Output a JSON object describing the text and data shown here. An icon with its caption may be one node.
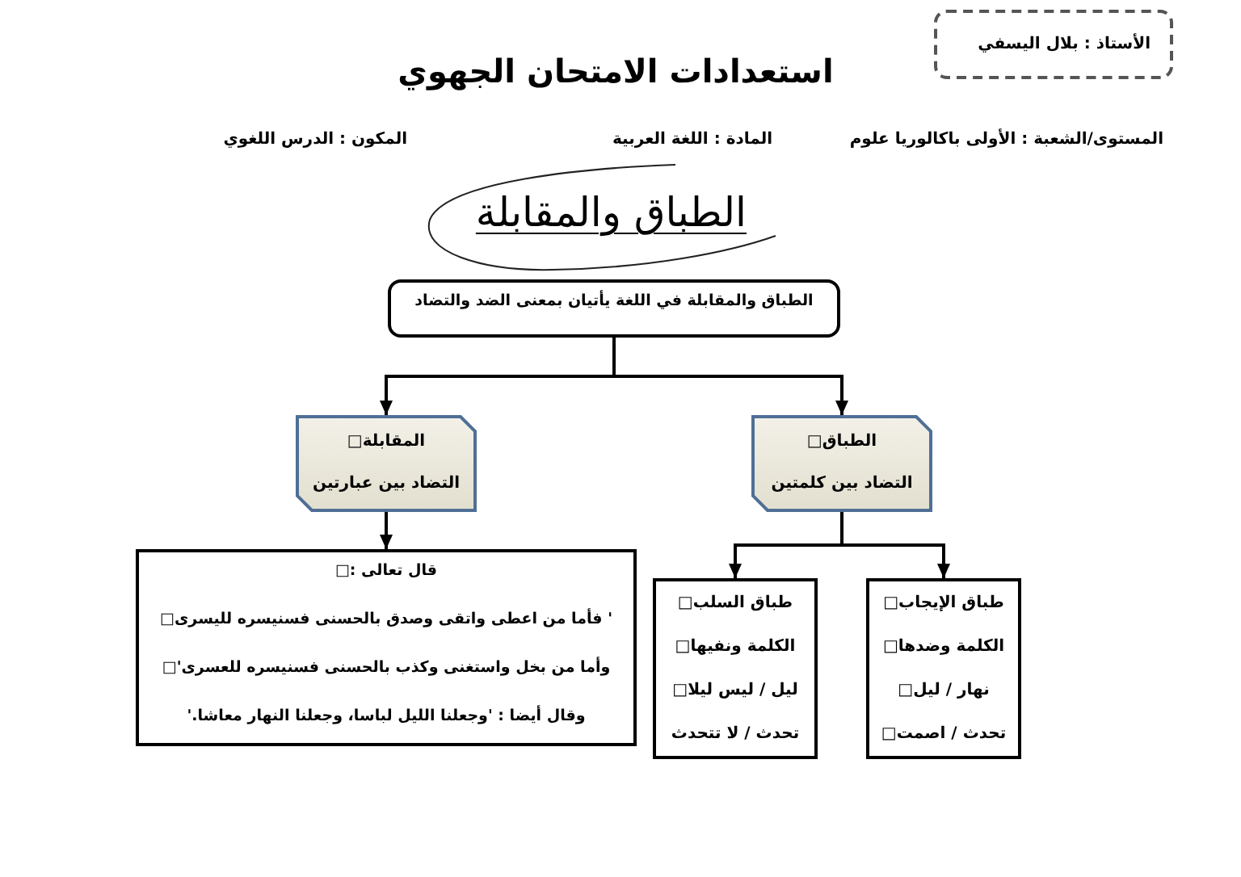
{
  "diagram": {
    "title": "استعدادات الامتحان الجهوي",
    "nodes": [
      {
        "text": [
          "الأستاذ : بلال اليسفي"
        ]
      },
      {
        "text": [
          "الطباق والمقابلة"
        ]
      },
      {
        "text": [
          "الطباق والمقابلة في اللغة يأتيان بمعنى الضد والتضاد"
        ]
      },
      {
        "text": [
          "الطباق□",
          "التضاد بين كلمتين"
        ]
      },
      {
        "text": [
          "المقابلة□",
          "التضاد بين عبارتين"
        ]
      },
      {
        "text": [
          "طباق الإيجاب□",
          "الكلمة وضدها□",
          "نهار / ليل□",
          "تحدث / اصمت□"
        ]
      },
      {
        "text": [
          "طباق السلب□",
          "الكلمة ونفيها□",
          "ليل / ليس ليلا□",
          "تحدث / لا تتحدث"
        ]
      },
      {
        "text": [
          "قال تعالى :□",
          "' فأما من اعطى واتقى وصدق بالحسنى فسنيسره لليسرى□",
          "وأما من بخل واستغنى وكذب بالحسنى فسنيسره للعسرى'□",
          "وقال أيضا : 'وجعلنا الليل لباسا، وجعلنا النهار معاشا.'"
        ]
      }
    ],
    "edges": [
      {
        "from": 2,
        "to": 3,
        "arrow": "to"
      },
      {
        "from": 2,
        "to": 4,
        "arrow": "to"
      },
      {
        "from": 3,
        "to": 5,
        "arrow": "to"
      },
      {
        "from": 3,
        "to": 6,
        "arrow": "to"
      },
      {
        "from": 4,
        "to": 7,
        "arrow": "to"
      }
    ],
    "labels": [
      "المستوى/الشعبة : الأولى باكالوريا علوم",
      "المادة : اللغة العربية",
      "المكون : الدرس اللغوي"
    ]
  }
}
